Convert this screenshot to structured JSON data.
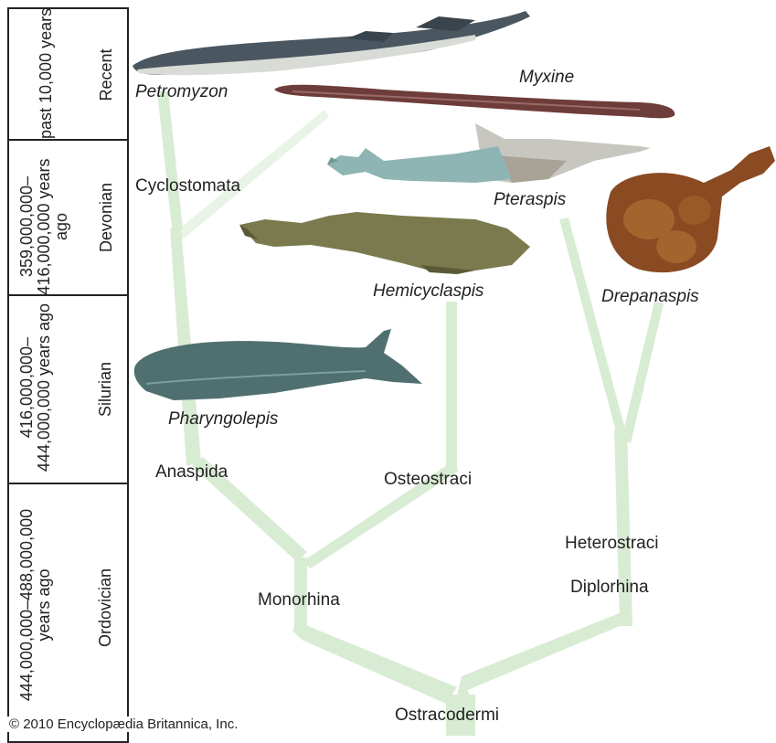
{
  "periods": [
    {
      "dates": "past 10,000 years",
      "name": "Recent"
    },
    {
      "dates": "359,000,000–416,000,000 years ago",
      "name": "Devonian"
    },
    {
      "dates": "416,000,000–444,000,000 years ago",
      "name": "Silurian"
    },
    {
      "dates": "444,000,000–488,000,000 years ago",
      "name": "Ordovician"
    }
  ],
  "taxa": {
    "petromyzon": "Petromyzon",
    "myxine": "Myxine",
    "pteraspis": "Pteraspis",
    "drepanaspis": "Drepanaspis",
    "hemicyclaspis": "Hemicyclaspis",
    "pharyngolepis": "Pharyngolepis"
  },
  "groups": {
    "cyclostomata": "Cyclostomata",
    "anaspida": "Anaspida",
    "osteostraci": "Osteostraci",
    "heterostraci": "Heterostraci",
    "diplorhina": "Diplorhina",
    "monorhina": "Monorhina",
    "ostracodermi": "Ostracodermi"
  },
  "colors": {
    "branch": "#d8ecd4",
    "border": "#222222"
  },
  "copyright": "© 2010 Encyclopædia Britannica, Inc."
}
